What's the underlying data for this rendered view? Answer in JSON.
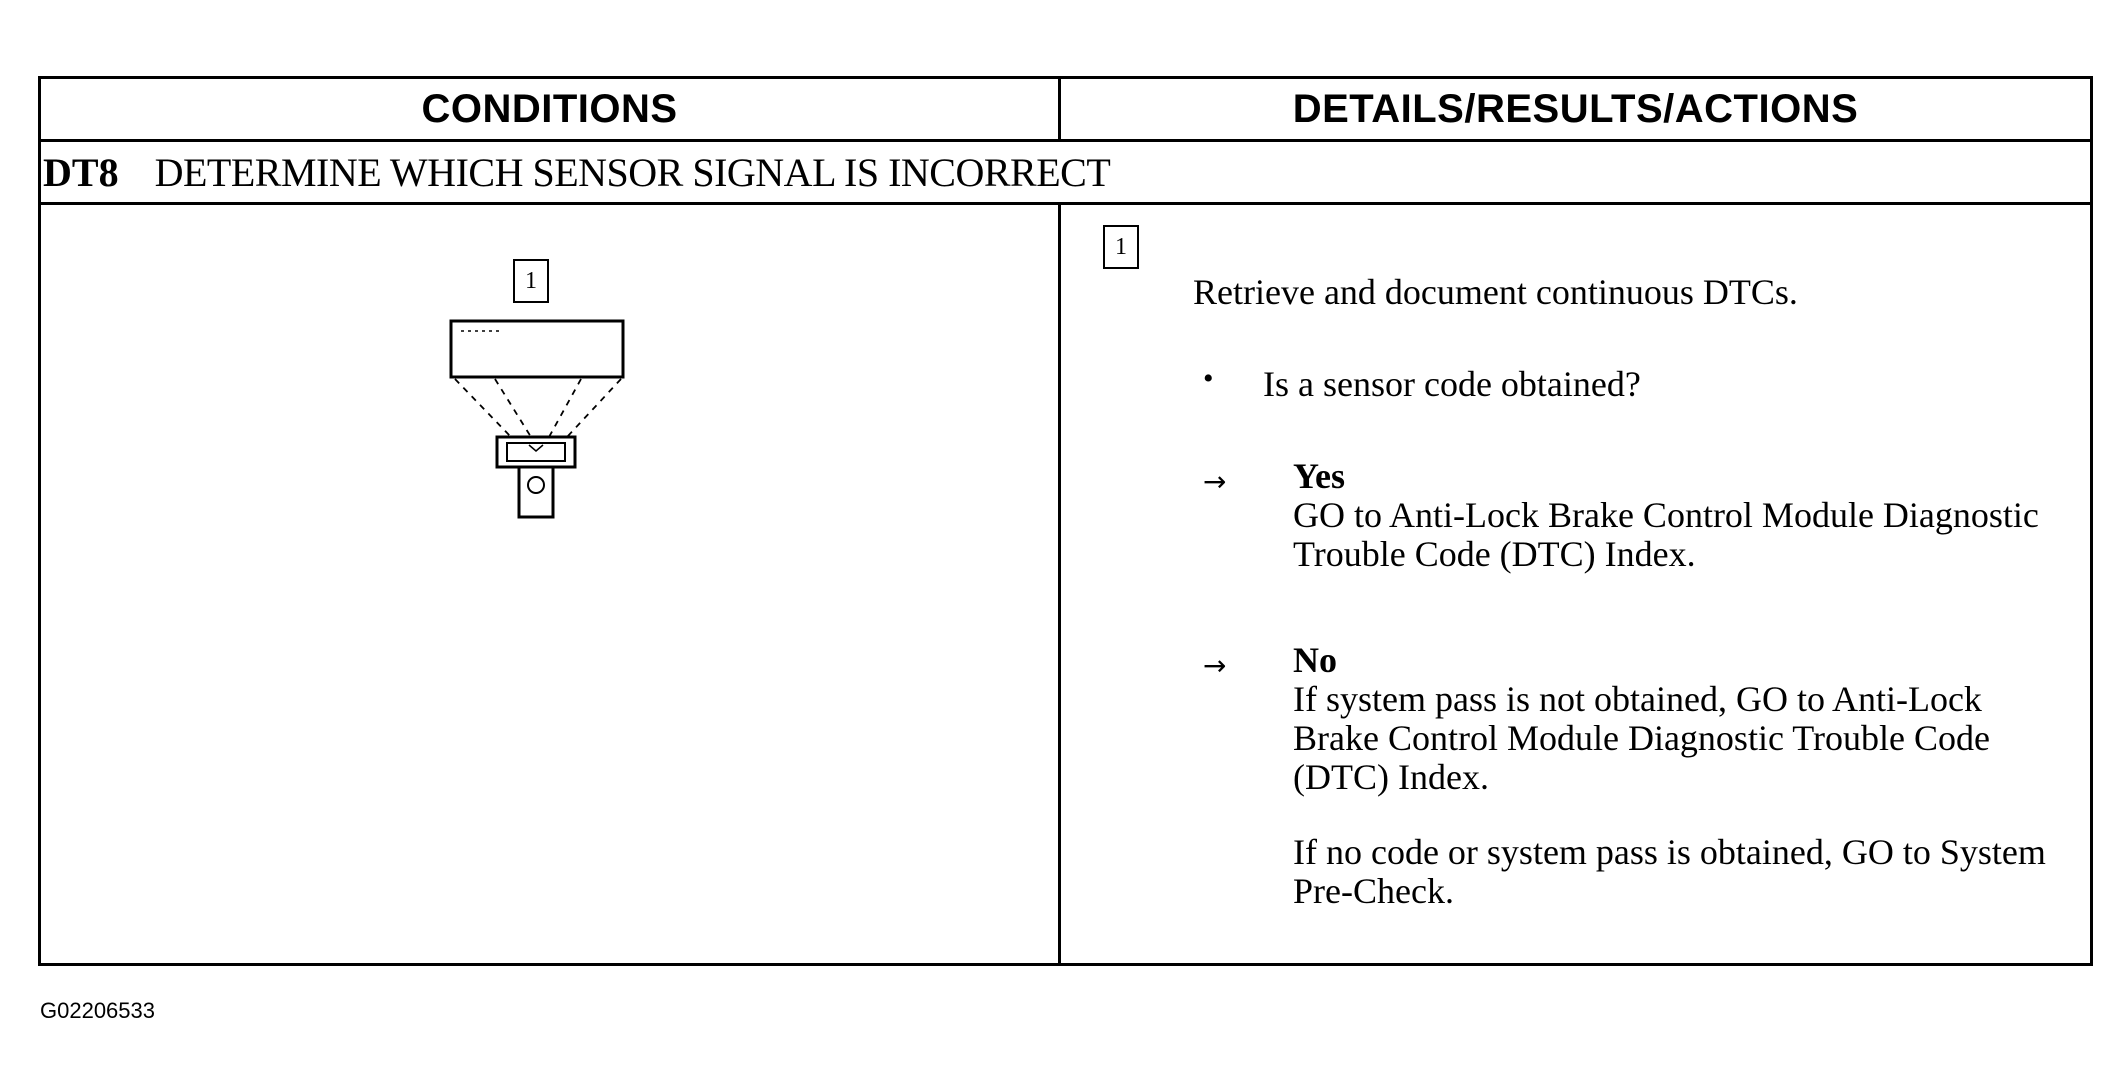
{
  "table": {
    "col_left_header": "CONDITIONS",
    "col_right_header": "DETAILS/RESULTS/ACTIONS",
    "step_id": "DT8",
    "step_title": "DETERMINE WHICH SENSOR SIGNAL IS INCORRECT"
  },
  "figure": {
    "step_box_label": "1",
    "icon": "diagnostic-tool-icon"
  },
  "details": {
    "step_box_label": "1",
    "instruction": "Retrieve and document continuous DTCs.",
    "bullet": "•",
    "question": "Is a sensor code obtained?",
    "arrow": "→",
    "yes_label": "Yes",
    "yes_text": "GO to Anti-Lock Brake Control Module Diagnostic Trouble Code (DTC) Index.",
    "no_label": "No",
    "no_text": "If system pass is not obtained, GO to Anti-Lock Brake Control Module Diagnostic Trouble Code (DTC) Index.",
    "no_text_2": "If no code or system pass is obtained, GO to System Pre-Check."
  },
  "figure_id": "G02206533"
}
